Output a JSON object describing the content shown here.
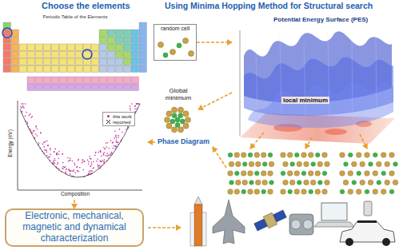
{
  "diagram": {
    "nodes": [
      {
        "text": [
          "Periodic Table of the Elements"
        ]
      },
      {
        "text": [
          "Energy (eV)",
          "Composition"
        ]
      },
      {
        "text": [
          "Electronic, mechanical, magnetic and dynamical characterization"
        ]
      },
      {
        "text": [
          "random cell"
        ]
      },
      {
        "text": [
          "Potential Energy Surface (PES)"
        ]
      },
      {
        "text": [
          "Global minimum"
        ]
      }
    ],
    "edges": [
      {
        "from": 3,
        "to": 4,
        "arrow": "to"
      },
      {
        "from": 1,
        "to": 2,
        "arrow": "to"
      },
      {
        "from": 4,
        "to": 5,
        "arrow": "to"
      }
    ],
    "labels": [
      "Choose the elements",
      "Using Minima Hopping Method for Structural search",
      "local minimum",
      "Phase Diagram"
    ],
    "legend": [
      {
        "text": "this work"
      },
      {
        "text": "reported"
      }
    ]
  }
}
